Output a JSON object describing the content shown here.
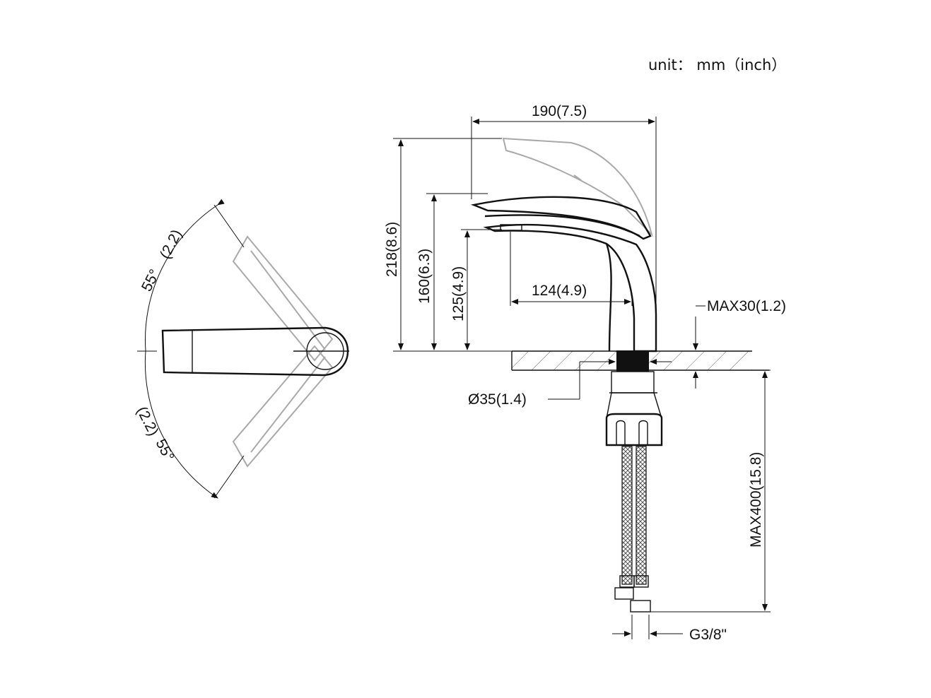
{
  "unit_label": "unit： mm（inch）",
  "dimensions": {
    "width_top": "190(7.5)",
    "total_height": "218(8.6)",
    "spout_height": "160(6.3)",
    "outlet_height": "125(4.9)",
    "reach": "124(4.9)",
    "deck_thickness": "MAX30(1.2)",
    "hole_diameter": "Ø35(1.4)",
    "hose_length": "MAX400(15.8)",
    "thread": "G3/8\""
  },
  "angles": {
    "upper_angle": "55°",
    "upper_offset": "(2.2)",
    "lower_angle": "55°",
    "lower_offset": "(2.2)"
  },
  "colors": {
    "line": "#111111",
    "ghost": "#a9a9a9",
    "background": "#ffffff"
  }
}
